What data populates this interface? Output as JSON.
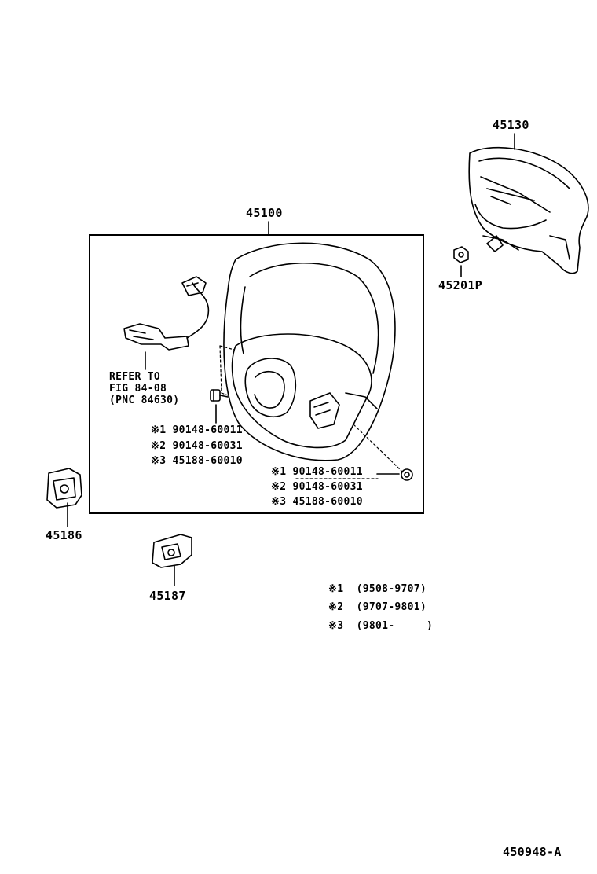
{
  "labels": {
    "airbag": "45130",
    "wheel_assy": "45100",
    "nut": "45201P",
    "pad_left": "45186",
    "pad_lower": "45187",
    "drawing_no": "450948-A"
  },
  "refer": {
    "line1": "REFER TO",
    "line2": "FIG 84-08",
    "line3": "(PNC 84630)"
  },
  "left_screw_parts": [
    {
      "mark": "※1",
      "part": "90148-60011"
    },
    {
      "mark": "※2",
      "part": "90148-60031"
    },
    {
      "mark": "※3",
      "part": "45188-60010"
    }
  ],
  "right_screw_parts": [
    {
      "mark": "※1",
      "part": "90148-60011"
    },
    {
      "mark": "※2",
      "part": "90148-60031"
    },
    {
      "mark": "※3",
      "part": "45188-60010"
    }
  ],
  "legend": [
    {
      "mark": "※1",
      "range": "(9508-9707)"
    },
    {
      "mark": "※2",
      "range": "(9707-9801)"
    },
    {
      "mark": "※3",
      "range": "(9801-     )"
    }
  ]
}
